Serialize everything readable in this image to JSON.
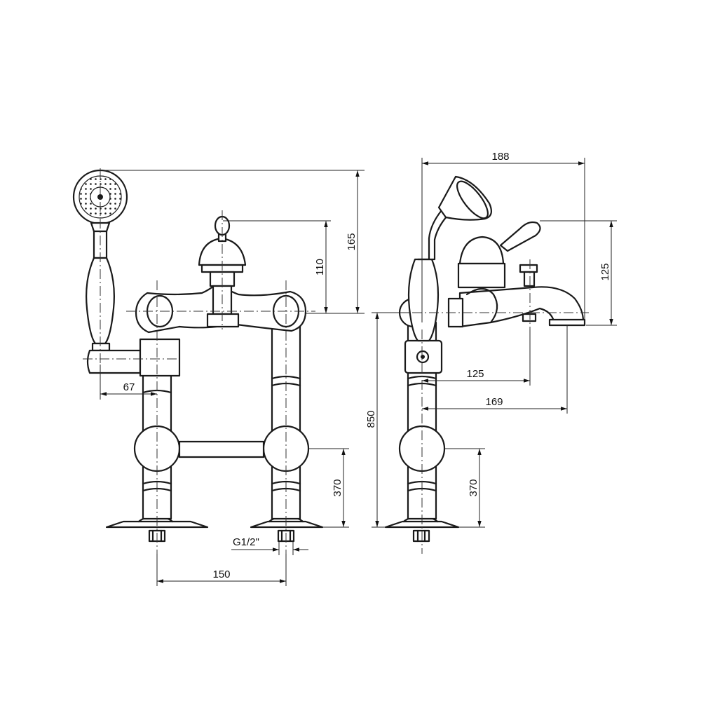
{
  "dimensions": {
    "front_total_height": "165",
    "front_lever_height": "110",
    "front_hand_shower_offset": "67",
    "front_leg_height": "370",
    "front_thread": "G1/2\"",
    "front_centers": "150",
    "side_width": "188",
    "side_lever_height": "125",
    "side_diverter_reach": "125",
    "side_spout_reach": "169",
    "side_total_height": "850",
    "side_leg_height": "370"
  },
  "colors": {
    "line": "#1a1a1a",
    "background": "#ffffff"
  }
}
